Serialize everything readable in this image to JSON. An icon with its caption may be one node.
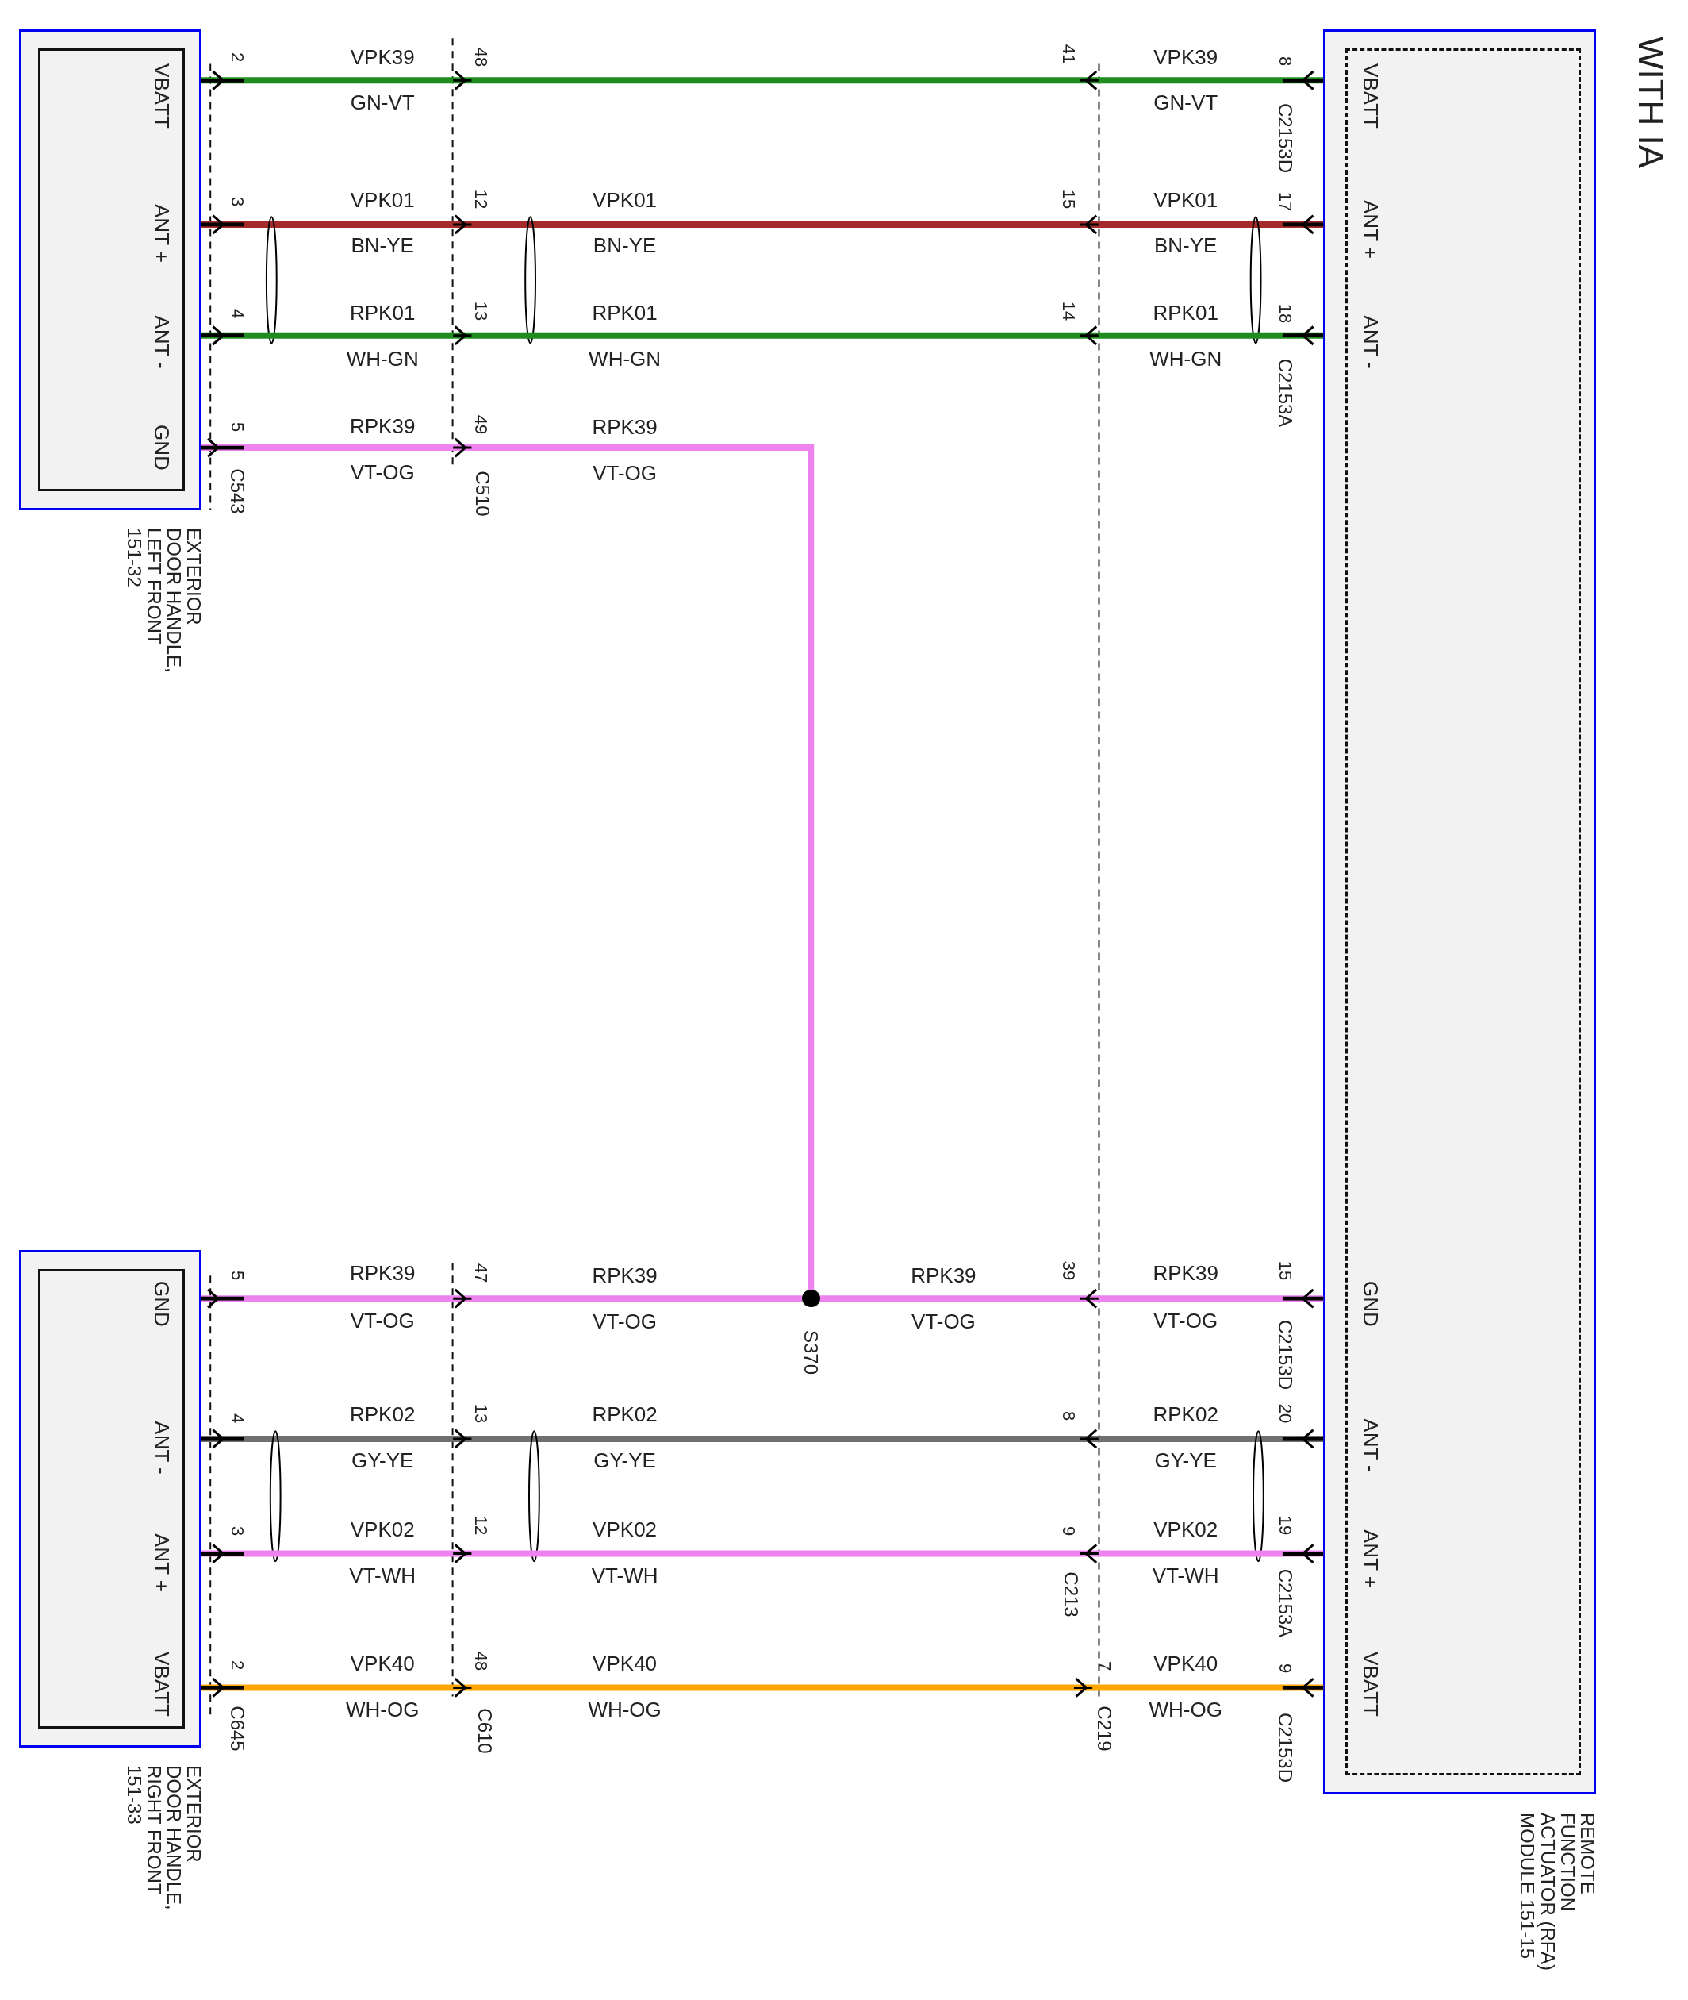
{
  "diagram": {
    "nodes": [
      {
        "text": [
          "EXTERIOR DOOR HANDLE, LEFT FRONT 151-32"
        ]
      },
      {
        "text": [
          "EXTERIOR DOOR HANDLE, RIGHT FRONT 151-33"
        ]
      },
      {
        "text": [
          "REMOTE FUNCTION ACTUATOR (RFA) MODULE 151-15"
        ]
      },
      {
        "text": [],
        "shape": "circle",
        "beside": [
          "S370"
        ]
      }
    ],
    "edges": [
      {
        "from": 0,
        "to": 2,
        "arrow": "other",
        "color": "#1e8c1e"
      },
      {
        "from": 0,
        "to": 2,
        "arrow": "other",
        "color": "#a52a2a"
      },
      {
        "from": 0,
        "to": 2,
        "arrow": "other",
        "color": "#1e8c1e"
      },
      {
        "from": 3,
        "to": 0,
        "arrow": "other",
        "color": "#ee82ee"
      },
      {
        "from": 3,
        "to": 1,
        "arrow": "other",
        "color": "#ee82ee"
      },
      {
        "from": 3,
        "to": 2,
        "arrow": "other",
        "color": "#ee82ee"
      },
      {
        "from": 1,
        "to": 2,
        "arrow": "other",
        "color": "#707070"
      },
      {
        "from": 1,
        "to": 2,
        "arrow": "other",
        "color": "#ee82ee"
      },
      {
        "from": 1,
        "to": 2,
        "arrow": "other",
        "color": "#ffa500"
      }
    ],
    "labels": [
      "2",
      "VPK39",
      "48",
      "41",
      "VPK39",
      "8",
      "VBATT",
      "GN-VT",
      "GN-VT",
      "C2153D",
      "VBATT",
      "WITH IA",
      "3",
      "VPK01",
      "12",
      "VPK01",
      "15",
      "VPK01",
      "17",
      "ANT +",
      "BN-YE",
      "BN-YE",
      "BN-YE",
      "ANT +",
      "4",
      "RPK01",
      "13",
      "RPK01",
      "14",
      "RPK01",
      "18",
      "ANT -",
      "WH-GN",
      "WH-GN",
      "WH-GN",
      "ANT -",
      "C2153A",
      "5",
      "RPK39",
      "49",
      "RPK39",
      "GND",
      "C543",
      "VT-OG",
      "C510",
      "VT-OG",
      "5",
      "RPK39",
      "47",
      "RPK39",
      "RPK39",
      "39",
      "RPK39",
      "15",
      "GND",
      "VT-OG",
      "VT-OG",
      "VT-OG",
      "VT-OG",
      "C2153D",
      "GND",
      "4",
      "RPK02",
      "13",
      "RPK02",
      "8",
      "RPK02",
      "20",
      "ANT -",
      "GY-YE",
      "GY-YE",
      "GY-YE",
      "ANT -",
      "3",
      "VPK02",
      "12",
      "VPK02",
      "9",
      "VPK02",
      "19",
      "ANT +",
      "VT-WH",
      "VT-WH",
      "C213",
      "VT-WH",
      "C2153A",
      "ANT +",
      "2",
      "VPK40",
      "48",
      "VPK40",
      "7",
      "VPK40",
      "9",
      "VBATT",
      "C645",
      "WH-OG",
      "C610",
      "WH-OG",
      "C219",
      "WH-OG",
      "C2153D",
      "VBATT"
    ]
  }
}
